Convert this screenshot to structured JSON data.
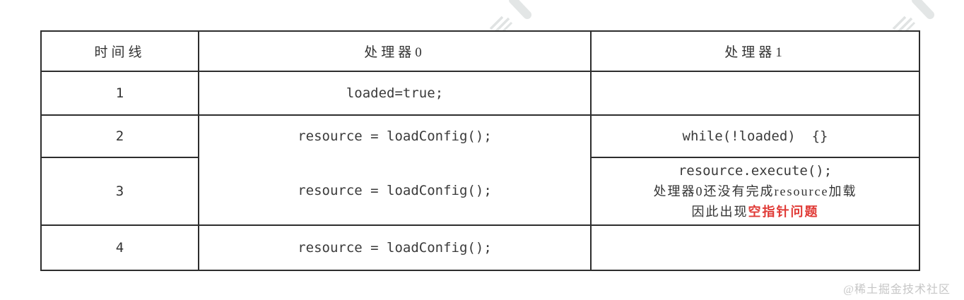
{
  "table": {
    "headers": {
      "timeline": "时间线",
      "processor0": "处理器0",
      "processor1": "处理器1"
    },
    "rows": {
      "r1": {
        "time": "1",
        "p0": "loaded=true;",
        "p1": ""
      },
      "r2": {
        "time": "2",
        "p0": "resource = loadConfig();",
        "p1": "while(!loaded)  {}"
      },
      "r3": {
        "time": "3",
        "p0": "resource = loadConfig();",
        "p1_code": "resource.execute();",
        "p1_note": "处理器0还没有完成resource加载",
        "p1_prefix": "因此出现",
        "p1_highlight": "空指针问题"
      },
      "r4": {
        "time": "4",
        "p0": "resource = loadConfig();",
        "p1": ""
      }
    }
  },
  "watermark": {
    "credit": "@稀土掘金技术社区"
  },
  "colors": {
    "highlight_red": "#e03a36",
    "border": "#2d2d2d",
    "text": "#333333",
    "watermark_gray": "#c6c6c6",
    "watermark_logo_gray": "#e3e6e6"
  }
}
